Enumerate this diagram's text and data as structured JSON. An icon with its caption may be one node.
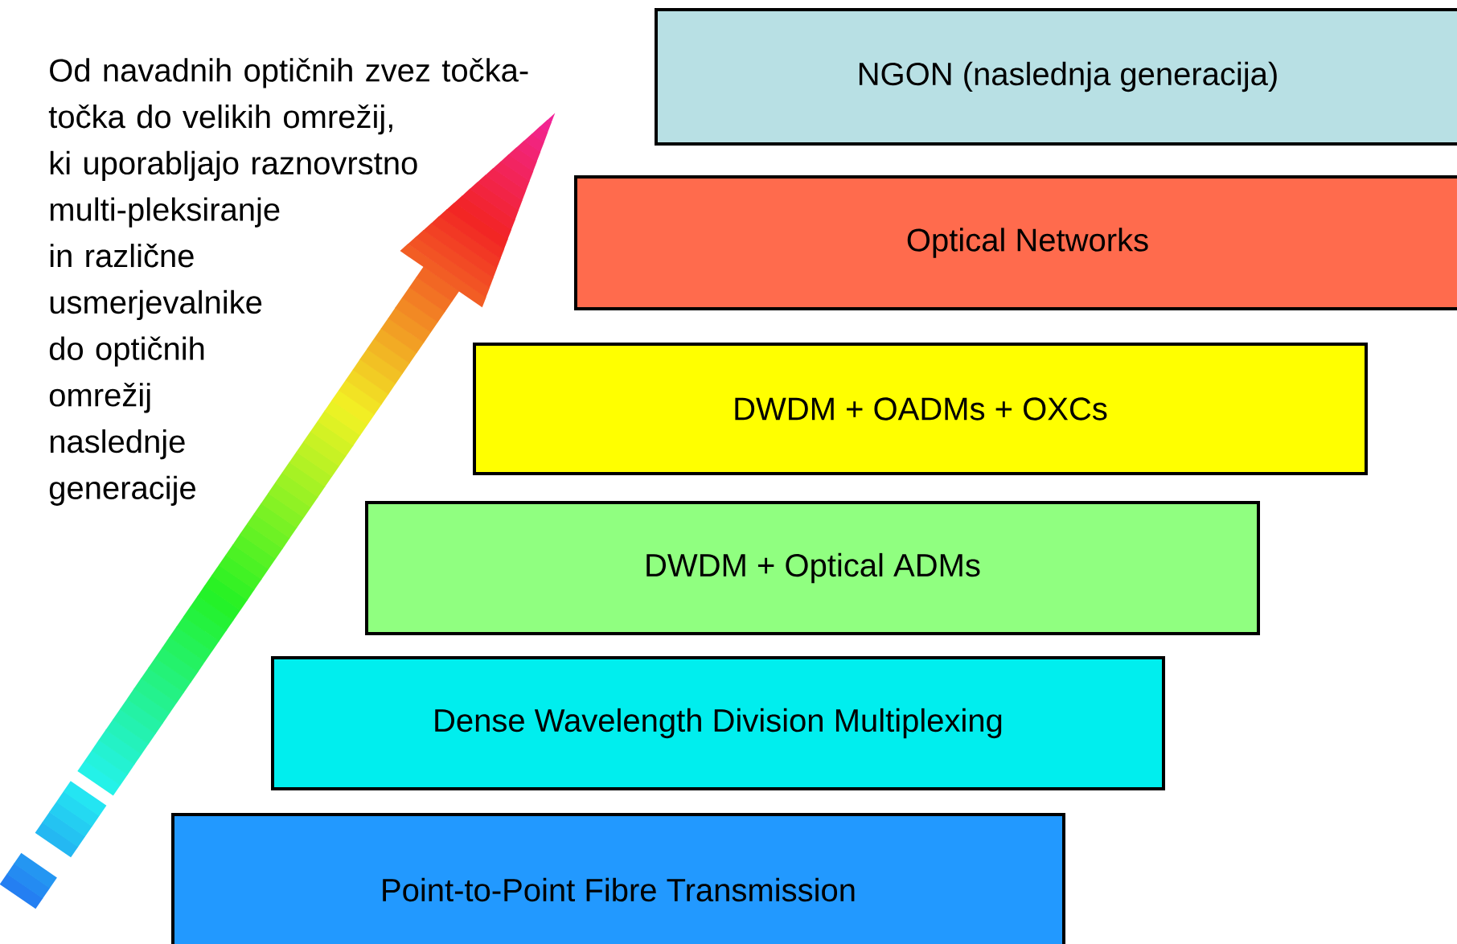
{
  "diagram": {
    "nodes": [
      {
        "text": [
          "NGON (naslednja generacija)"
        ]
      },
      {
        "text": [
          "Optical Networks"
        ]
      },
      {
        "text": [
          "DWDM + OADMs + OXCs"
        ]
      },
      {
        "text": [
          "DWDM + Optical ADMs"
        ]
      },
      {
        "text": [
          "Dense Wavelength Division Multiplexing"
        ]
      },
      {
        "text": [
          "Point-to-Point Fibre Transmission"
        ]
      }
    ],
    "labels": [
      "Od navadnih optičnih zvez točka-točka do velikih omrežij, ki uporabljajo raznovrstno multi-pleksiranje in različne usmerjevalnike do optičnih omrežij naslednje generacije"
    ]
  }
}
